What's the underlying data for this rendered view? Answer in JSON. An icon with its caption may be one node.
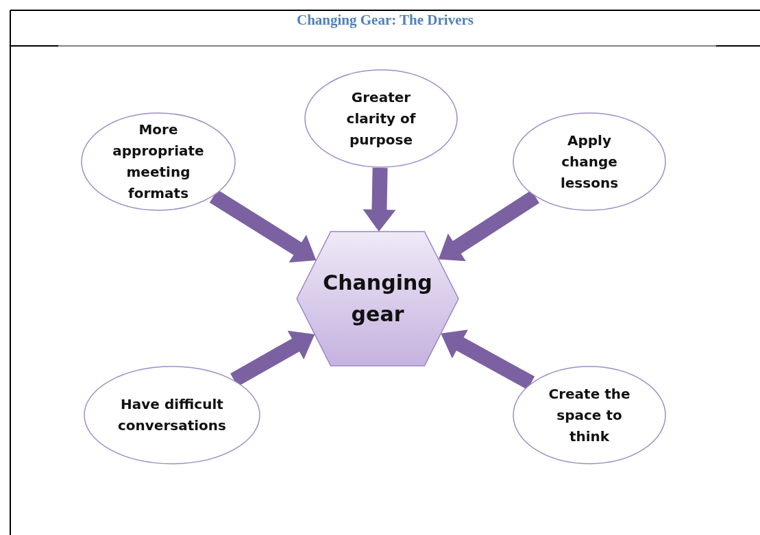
{
  "diagram": {
    "title": "Changing Gear: The Drivers",
    "nodes": [
      {
        "text": [
          "More appropriate meeting formats"
        ]
      },
      {
        "text": [
          "Greater clarity of purpose"
        ]
      },
      {
        "text": [
          "Apply change lessons"
        ]
      },
      {
        "text": [
          "Changing gear"
        ]
      },
      {
        "text": [
          "Have difficult conversations"
        ]
      },
      {
        "text": [
          "Create the space to think"
        ]
      }
    ],
    "edges": [
      {
        "from": 0,
        "to": 3,
        "arrow": "to"
      },
      {
        "from": 1,
        "to": 3,
        "arrow": "to"
      },
      {
        "from": 2,
        "to": 3,
        "arrow": "to"
      },
      {
        "from": 4,
        "to": 3,
        "arrow": "to"
      },
      {
        "from": 5,
        "to": 3,
        "arrow": "to"
      }
    ]
  }
}
